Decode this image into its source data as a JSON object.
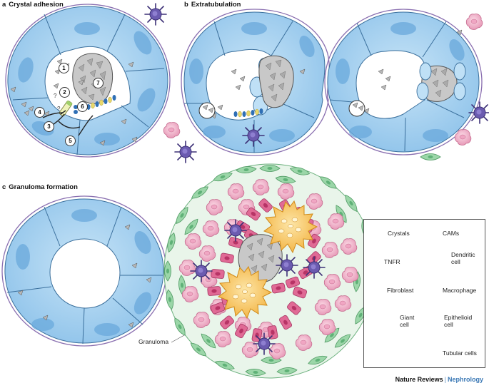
{
  "panels": {
    "a": {
      "letter": "a",
      "title": "Crystal adhesion"
    },
    "b": {
      "letter": "b",
      "title": "Extratubulation"
    },
    "c": {
      "letter": "c",
      "title": "Granuloma formation"
    }
  },
  "steps": [
    "1",
    "2",
    "3",
    "4",
    "5",
    "6",
    "7"
  ],
  "question_marks": [
    "?",
    "?"
  ],
  "granuloma_label": "Granuloma",
  "legend": {
    "crystals": "Crystals",
    "cams": "CAMs",
    "tnfr": "TNFR",
    "dendritic_cell": "Dendritic\ncell",
    "fibroblast": "Fibroblast",
    "macrophage": "Macrophage",
    "giant_cell": "Giant\ncell",
    "epithelioid_cell": "Epithelioid\ncell",
    "tubular_cells": "Tubular cells"
  },
  "footer": {
    "brand": "Nature Reviews",
    "separator": "|",
    "journal": "Nephrology"
  },
  "colors": {
    "tubule_fill": "#a9d3f0",
    "tubule_stroke": "#3a6f9c",
    "nucleus": "#6aa9dc",
    "basement": "#8a6fb0",
    "crystal": "#9a9a9a",
    "macrophage": "#f2b3c9",
    "dendritic": "#5a4b9a",
    "fibroblast": "#8fcf9c",
    "giant_cell": "#f7c45e",
    "epithelioid": "#e0638f",
    "cam_blue": "#2f6fb5",
    "cam_yellow": "#e9d86a"
  }
}
